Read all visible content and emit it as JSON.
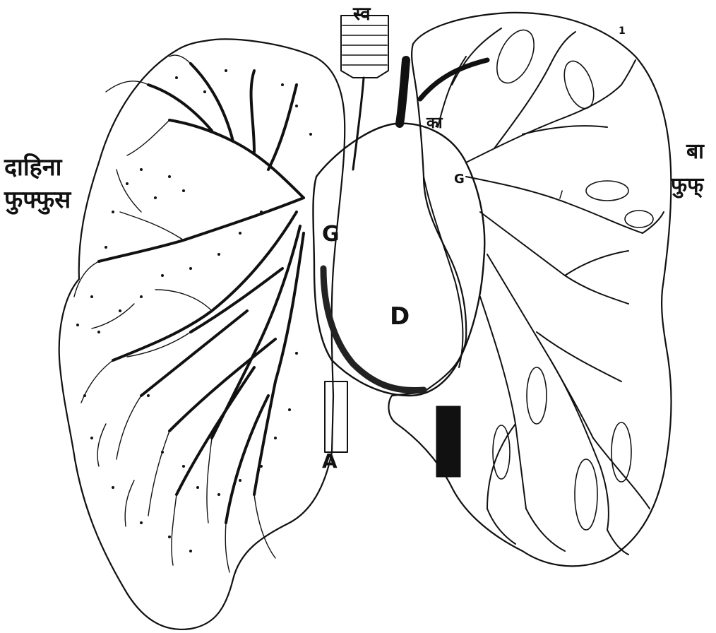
{
  "figure": {
    "labels": {
      "right_lung_line1": "दाहिना",
      "right_lung_line2": "फुफ्फुस",
      "left_lung_line1": "बा",
      "left_lung_line2": "फुफ्",
      "top_label": "स्व",
      "page_mark": "1",
      "ka": "का",
      "g_left": "G",
      "g_right": "G",
      "d": "D",
      "a": "A",
      "mark": "/"
    }
  },
  "colors": {
    "ink": "#111111",
    "paper": "#ffffff"
  }
}
